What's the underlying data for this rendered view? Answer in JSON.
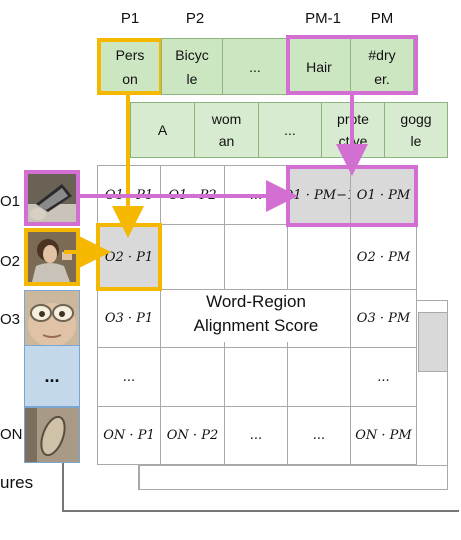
{
  "phrase_headers": [
    "P1",
    "P2",
    "PM-1",
    "PM"
  ],
  "phrases": [
    "Pers\non",
    "Bicyc\nle",
    "...",
    "Hair",
    "#dry\ner."
  ],
  "words": [
    "A",
    "wom\nan",
    "...",
    "prote\nctive",
    "gogg\nle"
  ],
  "regions": [
    "O1",
    "O2",
    "O3",
    "",
    "ON"
  ],
  "region_ellipsis": "...",
  "cells": {
    "r1": [
      "O1 · P1",
      "O1 · P2",
      "...",
      "O1 · PM−1",
      "O1 · PM"
    ],
    "r2": [
      "O2 · P1",
      "",
      "",
      "",
      "O2 · PM"
    ],
    "r3": [
      "O3 · P1",
      "",
      "",
      "",
      "O3 · PM"
    ],
    "r4": [
      "...",
      "",
      "",
      "",
      "..."
    ],
    "r5": [
      "ON · P1",
      "ON · P2",
      "...",
      "...",
      "ON · PM"
    ]
  },
  "score_label": "Word-Region\nAlignment Score",
  "features_label": "ures",
  "colors": {
    "highlight_orange": "#f5b800",
    "highlight_purple": "#d36fd3",
    "token_green": "#cde6c2",
    "cell_gray": "#d9d9d9"
  }
}
